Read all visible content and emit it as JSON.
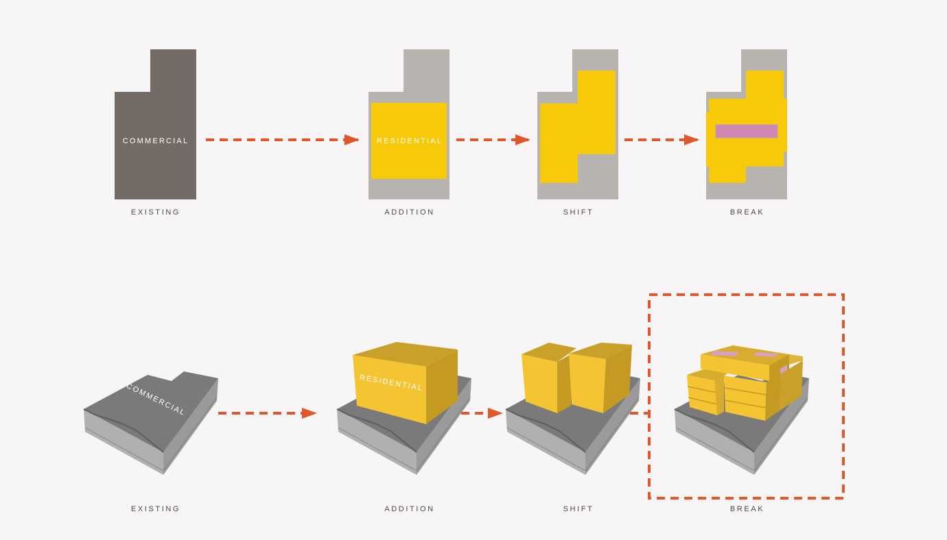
{
  "colors": {
    "background": "#f7f5f5",
    "existing_plan": "#726b66",
    "footprint_gray": "#b7b3ae",
    "residential_yellow": "#f8c908",
    "break_pink": "#d086b5",
    "arrow_orange": "#e0582a",
    "caption_text": "#4b4846"
  },
  "plans": {
    "existing": {
      "label": "COMMERCIAL",
      "caption": "EXISTING"
    },
    "addition": {
      "label": "RESIDENTIAL",
      "caption": "ADDITION"
    },
    "shift": {
      "caption": "SHIFT"
    },
    "break": {
      "caption": "BREAK"
    }
  },
  "massing": {
    "existing": {
      "label": "COMMERCIAL",
      "caption": "EXISTING"
    },
    "addition": {
      "label": "RESIDENTIAL",
      "caption": "ADDITION"
    },
    "shift": {
      "caption": "SHIFT"
    },
    "break": {
      "caption": "BREAK",
      "highlighted": true
    }
  }
}
